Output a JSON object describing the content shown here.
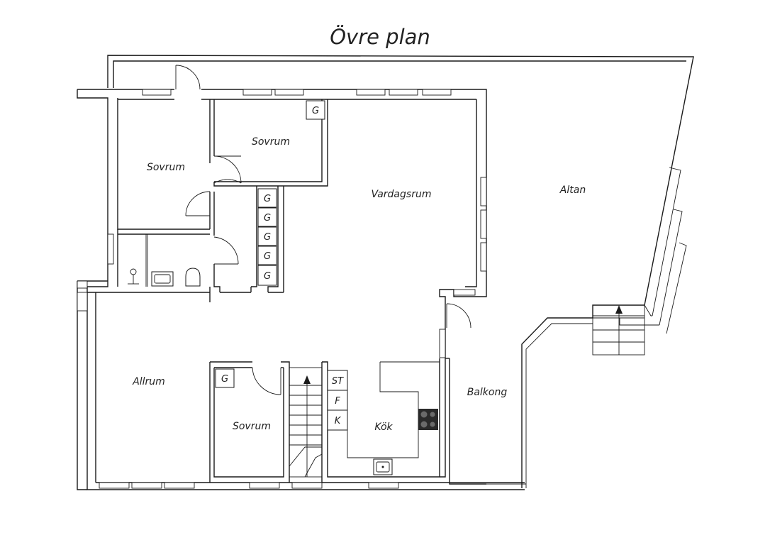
{
  "title": "Övre plan",
  "rooms": {
    "sovrum_1": "Sovrum",
    "sovrum_2": "Sovrum",
    "sovrum_3": "Sovrum",
    "vardagsrum": "Vardagsrum",
    "altan": "Altan",
    "allrum": "Allrum",
    "kok": "Kök",
    "balkong": "Balkong"
  },
  "cabinets": {
    "g_top": "G",
    "g_column": [
      "G",
      "G",
      "G",
      "G",
      "G"
    ],
    "g_small_bedroom": "G",
    "kitchen_units": [
      "ST",
      "F",
      "K"
    ]
  }
}
